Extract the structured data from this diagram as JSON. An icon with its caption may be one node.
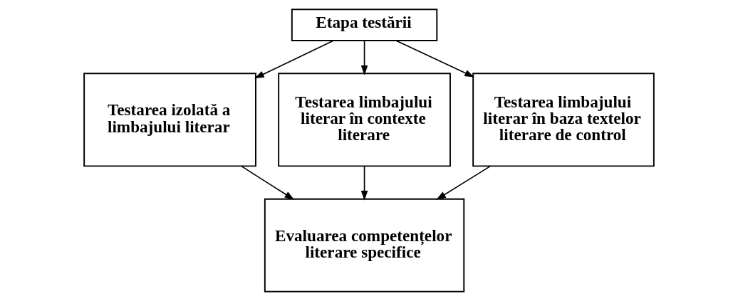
{
  "diagram": {
    "nodes": [
      {
        "text": [
          "Etapa testării"
        ]
      },
      {
        "text": [
          "Testarea izolată a limbajului literar"
        ]
      },
      {
        "text": [
          "Testarea limbajului literar în contexte literare"
        ]
      },
      {
        "text": [
          "Testarea limbajului literar în baza textelor literare de control"
        ]
      },
      {
        "text": [
          "Evaluarea competențelor literare specifice"
        ]
      }
    ],
    "edges": [
      {
        "from": 0,
        "to": 1,
        "arrow": "to"
      },
      {
        "from": 0,
        "to": 2,
        "arrow": "to"
      },
      {
        "from": 0,
        "to": 3,
        "arrow": "to"
      },
      {
        "from": 1,
        "to": 4,
        "arrow": "to"
      },
      {
        "from": 2,
        "to": 4,
        "arrow": "to"
      },
      {
        "from": 3,
        "to": 4,
        "arrow": "to"
      }
    ]
  }
}
